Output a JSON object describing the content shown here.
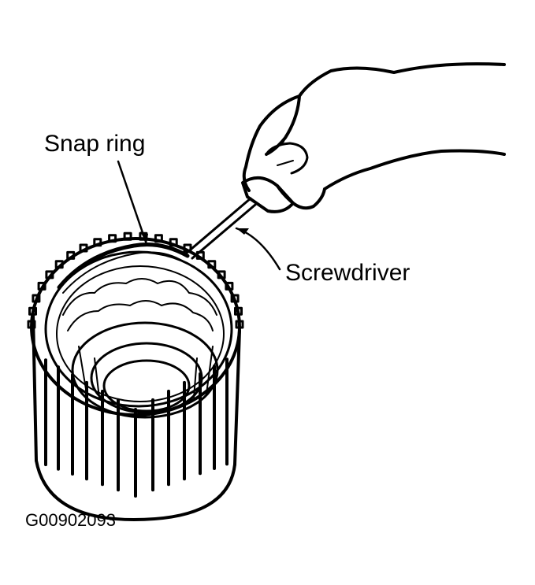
{
  "labels": {
    "snap_ring": "Snap ring",
    "screwdriver": "Screwdriver",
    "figure_id": "G00902093"
  },
  "colors": {
    "ink": "#000000",
    "background": "#ffffff"
  }
}
